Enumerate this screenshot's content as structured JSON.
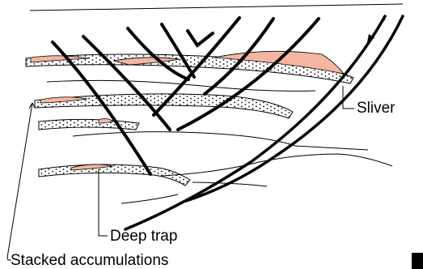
{
  "labels": {
    "sliver": "Sliver",
    "deep_trap": "Deep trap",
    "stacked_accumulations": "Stacked accumulations"
  },
  "colors": {
    "line": "#000000",
    "reservoir_fill": "#ffffff",
    "accumulation_fill": "#f4b6a2",
    "sand_dots": "#000000"
  }
}
